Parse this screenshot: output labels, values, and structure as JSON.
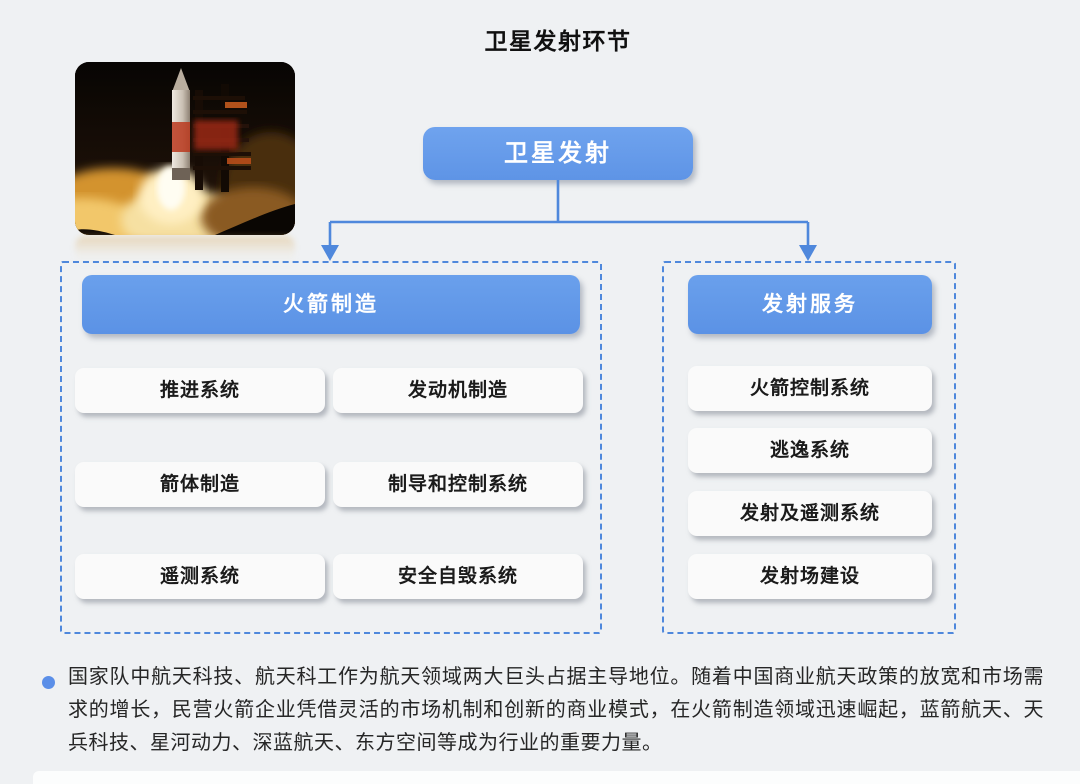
{
  "title": "卫星发射环节",
  "hero": {
    "image_name": "rocket-night-launch-photo"
  },
  "root_node": {
    "label": "卫星发射"
  },
  "groups": [
    {
      "title": "火箭制造",
      "items": [
        "推进系统",
        "发动机制造",
        "箭体制造",
        "制导和控制系统",
        "遥测系统",
        "安全自毁系统"
      ]
    },
    {
      "title": "发射服务",
      "items": [
        "火箭控制系统",
        "逃逸系统",
        "发射及遥测系统",
        "发射场建设"
      ]
    }
  ],
  "note": {
    "text": "国家队中航天科技、航天科工作为航天领域两大巨头占据主导地位。随着中国商业航天政策的放宽和市场需求的增长，民营火箭企业凭借灵活的市场机制和创新的商业模式，在火箭制造领域迅速崛起，蓝箭航天、天兵科技、星河动力、深蓝航天、东方空间等成为行业的重要力量。"
  },
  "colors": {
    "accent_blue": "#6398ea",
    "line_blue": "#4f88dc",
    "background": "#eff1f3",
    "bullet_blue": "#5b8fe8",
    "item_bg": "#fafafa"
  }
}
